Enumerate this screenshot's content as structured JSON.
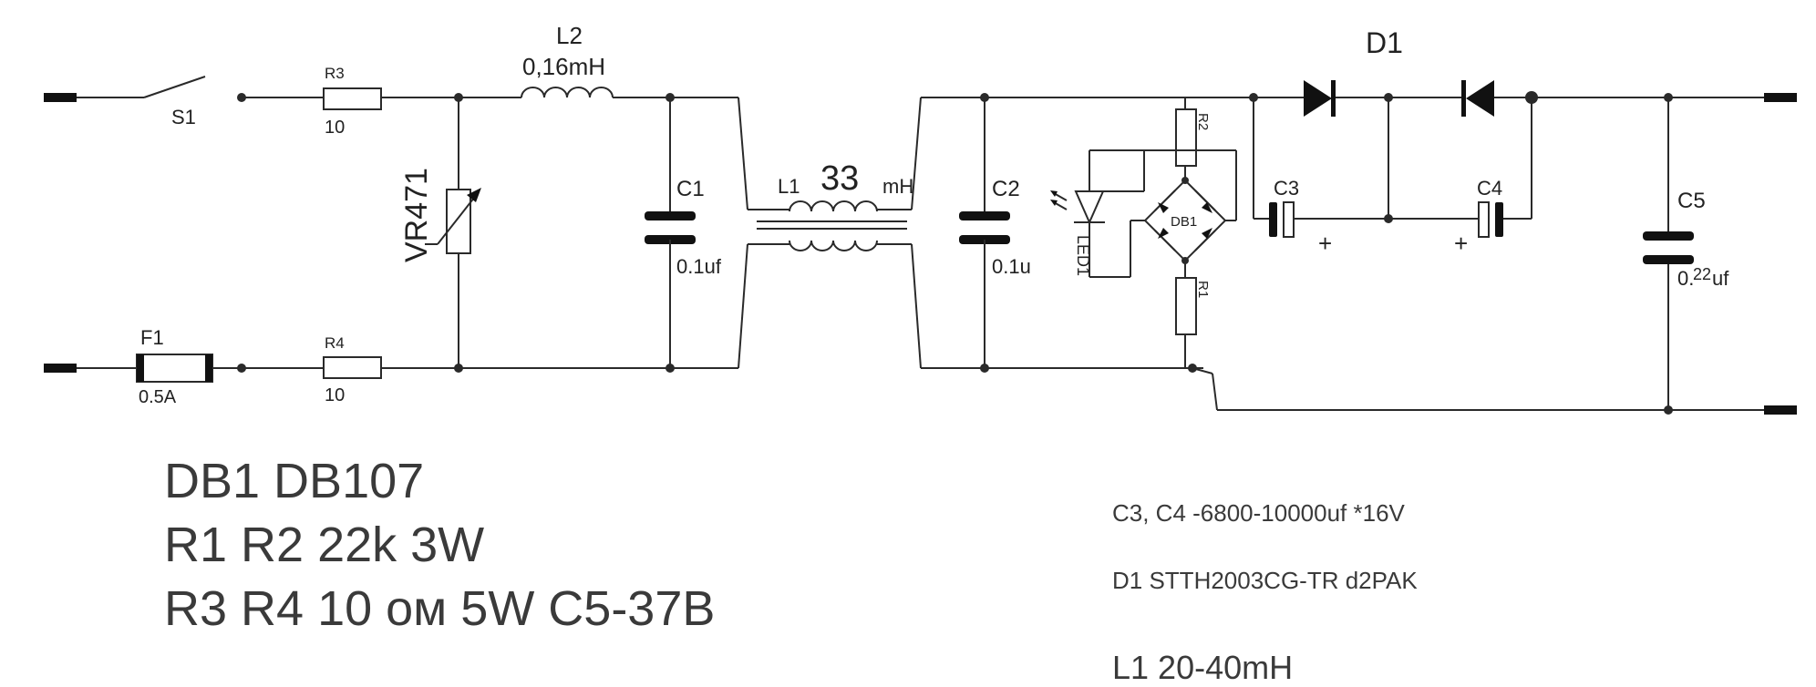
{
  "labels": {
    "s1": "S1",
    "r3": "R3",
    "r3_value": "10",
    "l2": "L2",
    "l2_value": "0,16mH",
    "vr": "VR471",
    "c1": "C1",
    "c1_value": "0.1uf",
    "l1": "L1",
    "l1_value": "33",
    "l1_unit": "mH",
    "c2": "C2",
    "c2_value": "0.1u",
    "r2": "R2",
    "r1": "R1",
    "led": "LED1",
    "db": "DB1",
    "d1": "D1",
    "c3": "C3",
    "c4": "C4",
    "plus_c3": "+",
    "plus_c4": "+",
    "c5": "C5",
    "c5_value_a": "0.",
    "c5_value_b": "22",
    "c5_value_c": "uf",
    "f1": "F1",
    "f1_value": "0.5A",
    "r4": "R4",
    "r4_value": "10"
  },
  "notes": {
    "left": [
      "DB1 DB107",
      "R1 R2 22k 3W",
      "R3 R4 10 ом  5W C5-37B"
    ],
    "right1": "C3, C4 -6800-10000uf *16V",
    "right2": "D1 STTH2003CG-TR d2PAK",
    "right3": "L1 20-40mH"
  },
  "colors": {
    "ink": "#2a2a2a",
    "text": "#3a3a3a",
    "background": "#ffffff"
  }
}
